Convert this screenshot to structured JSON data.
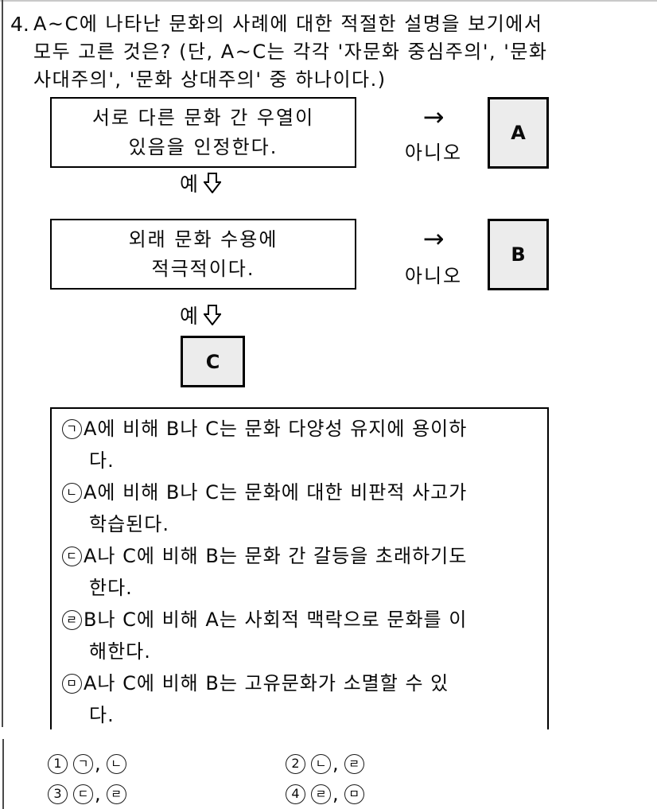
{
  "question": {
    "number": "4.",
    "lines": [
      "A~C에 나타난 문화의 사례에 대한 적절한 설명을 보기에서",
      "모두 고른 것은? (단, A~C는 각각 '자문화 중심주의', '문화",
      "사대주의', '문화 상대주의' 중 하나이다.)"
    ]
  },
  "flowchart": {
    "steps": [
      {
        "question_lines": [
          "서로 다른 문화 간 우열이",
          "있음을 인정한다."
        ],
        "arrow": "→",
        "no_label": "아니오",
        "yes_label": "예",
        "result": "A"
      },
      {
        "question_lines": [
          "외래 문화 수용에",
          "적극적이다."
        ],
        "arrow": "→",
        "no_label": "아니오",
        "yes_label": "예",
        "result": "B"
      }
    ],
    "final_result": "C"
  },
  "explanation": {
    "items": [
      {
        "marker": "㉠",
        "jamo": "ㄱ",
        "lines": [
          "A에 비해 B나 C는 문화 다양성 유지에 용이하",
          "다."
        ]
      },
      {
        "marker": "㉡",
        "jamo": "ㄴ",
        "lines": [
          "A에 비해 B나 C는 문화에 대한 비판적 사고가",
          "학습된다."
        ]
      },
      {
        "marker": "㉢",
        "jamo": "ㄷ",
        "lines": [
          "A나 C에 비해 B는 문화 간 갈등을 초래하기도",
          "한다."
        ]
      },
      {
        "marker": "㉣",
        "jamo": "ㄹ",
        "lines": [
          "B나 C에 비해 A는 사회적 맥락으로 문화를 이",
          "해한다."
        ]
      },
      {
        "marker": "㉤",
        "jamo": "ㅁ",
        "lines": [
          "A나 C에 비해 B는 고유문화가 소멸할 수 있",
          "다."
        ]
      }
    ]
  },
  "choices": {
    "separator": ",",
    "items": [
      {
        "digit": "1",
        "text": "① ㉠, ㉡",
        "first_jamo": "ㄱ",
        "second_jamo": "ㄴ"
      },
      {
        "digit": "2",
        "text": "② ㉡, ㉣",
        "first_jamo": "ㄴ",
        "second_jamo": "ㄹ"
      },
      {
        "digit": "3",
        "text": "③ ㉢, ㉣",
        "first_jamo": "ㄷ",
        "second_jamo": "ㄹ"
      },
      {
        "digit": "4",
        "text": "④ ㉣, ㉤",
        "first_jamo": "ㄹ",
        "second_jamo": "ㅁ"
      }
    ]
  },
  "colors": {
    "result_box_fill": "#ececec",
    "border": "#000000",
    "divider": "#4a4a4a"
  }
}
